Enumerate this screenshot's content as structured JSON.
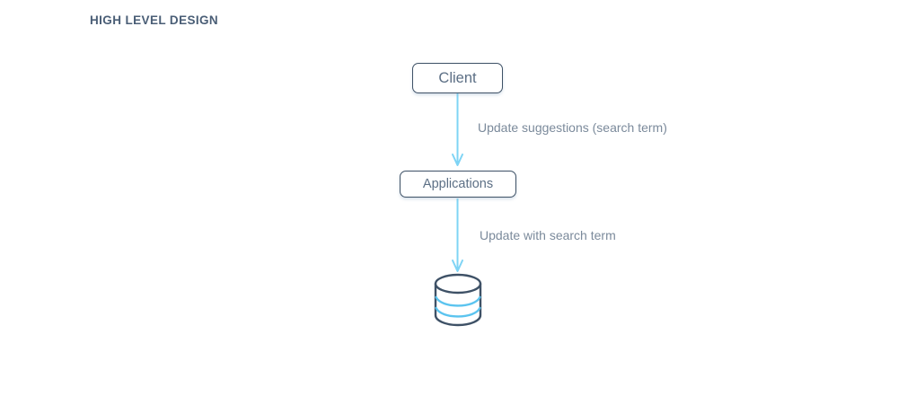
{
  "diagram": {
    "title": "HIGH LEVEL DESIGN",
    "type": "flowchart",
    "orientation": "vertical",
    "background_color": "#ffffff",
    "colors": {
      "title": "#4a5e76",
      "node_border": "#3e5166",
      "node_text": "#5c6f85",
      "node_fill": "#ffffff",
      "arrow": "#7fd4f5",
      "edge_label": "#7b8a9b",
      "db_outline": "#3e5166",
      "db_band": "#5bc4ef"
    },
    "nodes": [
      {
        "id": "client",
        "label": "Client",
        "shape": "rounded-rectangle"
      },
      {
        "id": "applications",
        "label": "Applications",
        "shape": "rounded-rectangle"
      },
      {
        "id": "database",
        "label": "",
        "shape": "cylinder",
        "icon": "database-icon"
      }
    ],
    "edges": [
      {
        "id": "edge-1",
        "from": "client",
        "to": "applications",
        "label": "Update suggestions (search term)",
        "direction": "down",
        "arrowhead": "open-chevron"
      },
      {
        "id": "edge-2",
        "from": "applications",
        "to": "database",
        "label": "Update with search term",
        "direction": "down",
        "arrowhead": "open-chevron"
      }
    ]
  }
}
